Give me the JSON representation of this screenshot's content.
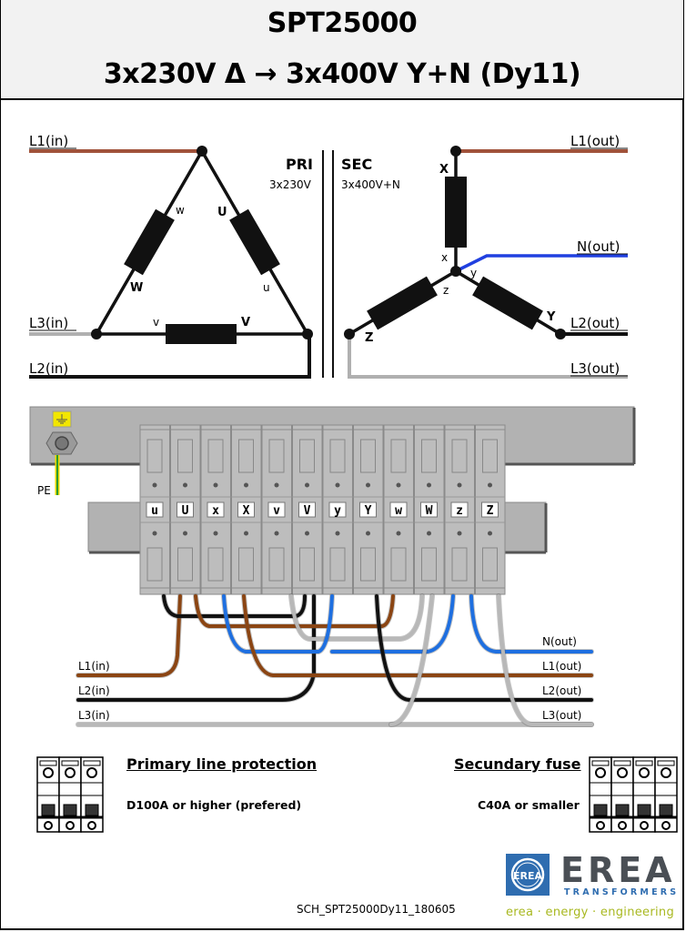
{
  "header": {
    "model": "SPT25000",
    "conversion": "3x230V Δ → 3x400V Y+N  (Dy11)"
  },
  "schematic": {
    "primary": {
      "label": "PRI",
      "voltage": "3x230V",
      "inputs": [
        "L1(in)",
        "L3(in)",
        "L2(in)"
      ],
      "winding_labels": [
        "w",
        "U",
        "W",
        "u",
        "v",
        "V"
      ]
    },
    "secondary": {
      "label": "SEC",
      "voltage": "3x400V+N",
      "outputs": [
        "L1(out)",
        "N(out)",
        "L2(out)",
        "L3(out)"
      ],
      "winding_labels": [
        "X",
        "x",
        "y",
        "z",
        "Y",
        "Z"
      ]
    }
  },
  "terminal_block": {
    "pe_label": "PE",
    "terminals": [
      "u",
      "U",
      "x",
      "X",
      "v",
      "V",
      "y",
      "Y",
      "w",
      "W",
      "z",
      "Z"
    ]
  },
  "wiring": {
    "inputs": [
      "L1(in)",
      "L2(in)",
      "L3(in)"
    ],
    "outputs": [
      "N(out)",
      "L1(out)",
      "L2(out)",
      "L3(out)"
    ],
    "colors": {
      "brown": "#8b4513",
      "black": "#111111",
      "grey": "#b8b8b8",
      "blue": "#1e6fe0"
    }
  },
  "protection": {
    "primary": {
      "title": "Primary line protection",
      "text": "D100A or higher (prefered)"
    },
    "secondary": {
      "title": "Secundary fuse",
      "text": "C40A or smaller"
    }
  },
  "footer": {
    "document_id": "SCH_SPT25000Dy11_180605",
    "logo_name": "EREA",
    "logo_sub": "TRANSFORMERS",
    "tagline": "erea · energy · engineering"
  }
}
